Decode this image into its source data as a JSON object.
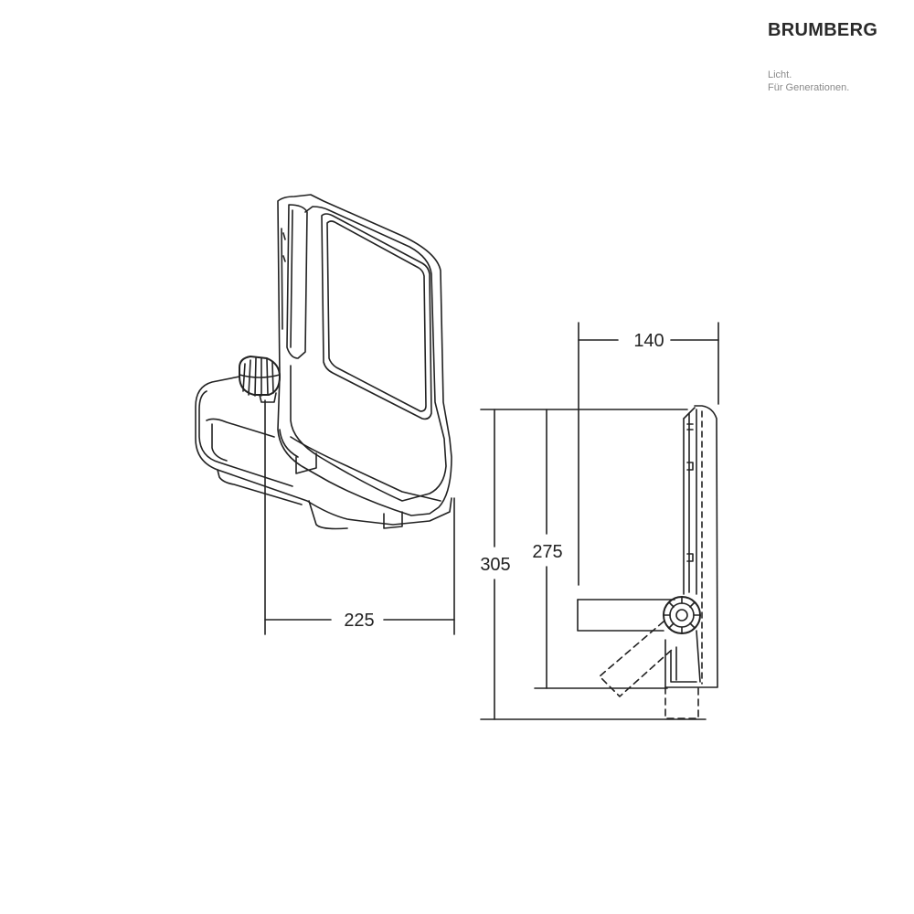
{
  "brand": {
    "name": "BRUMBERG",
    "tagline_line1": "Licht.",
    "tagline_line2": "Für Generationen."
  },
  "dimensions": {
    "width": "225",
    "depth": "140",
    "overall_height": "305",
    "housing_height": "275"
  },
  "colors": {
    "line": "#222222",
    "text": "#222222",
    "tagline": "#8a8a8a"
  }
}
